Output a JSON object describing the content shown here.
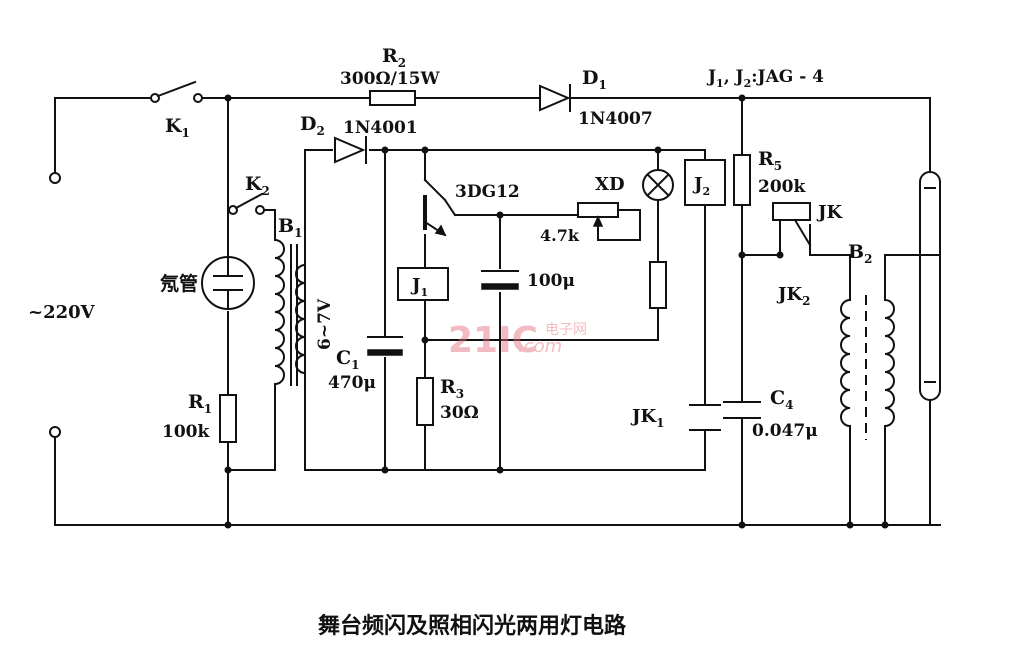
{
  "labels": {
    "k1": "K",
    "k1_sub": "1",
    "k2": "K",
    "k2_sub": "2",
    "r2": "R",
    "r2_sub": "2",
    "r2_value": "300Ω/15W",
    "d1": "D",
    "d1_sub": "1",
    "d1_part": "1N4007",
    "relays_note": "J",
    "relays_note_sub": "1",
    "relays_note_b": ", J",
    "relays_note_sub2": "2",
    "relays_note_c": ":JAG - 4",
    "d2": "D",
    "d2_sub": "2",
    "d2_part": "1N4001",
    "transistor": "3DG12",
    "lamp": "XD",
    "j2_box": "J",
    "j2_box_sub": "2",
    "r5": "R",
    "r5_sub": "5",
    "r5_value": "200k",
    "jk": "JK",
    "b1": "B",
    "b1_sub": "1",
    "neon": "氖管",
    "secondary_voltage": "6~7V",
    "pot_value": "4.7k",
    "j1_box": "J",
    "j1_box_sub": "1",
    "c_100": "100μ",
    "jk2": "JK",
    "jk2_sub": "2",
    "b2": "B",
    "b2_sub": "2",
    "mains": "~220V",
    "c1": "C",
    "c1_sub": "1",
    "c1_value": "470μ",
    "r1": "R",
    "r1_sub": "1",
    "r1_value": "100k",
    "r3": "R",
    "r3_sub": "3",
    "r3_value": "30Ω",
    "jk1": "JK",
    "jk1_sub": "1",
    "c4": "C",
    "c4_sub": "4",
    "c4_value": "0.047μ",
    "watermark": "21IC",
    "watermark_cn": "电子网",
    "watermark_com": ".com",
    "caption": "舞台频闪及照相闪光两用灯电路"
  }
}
